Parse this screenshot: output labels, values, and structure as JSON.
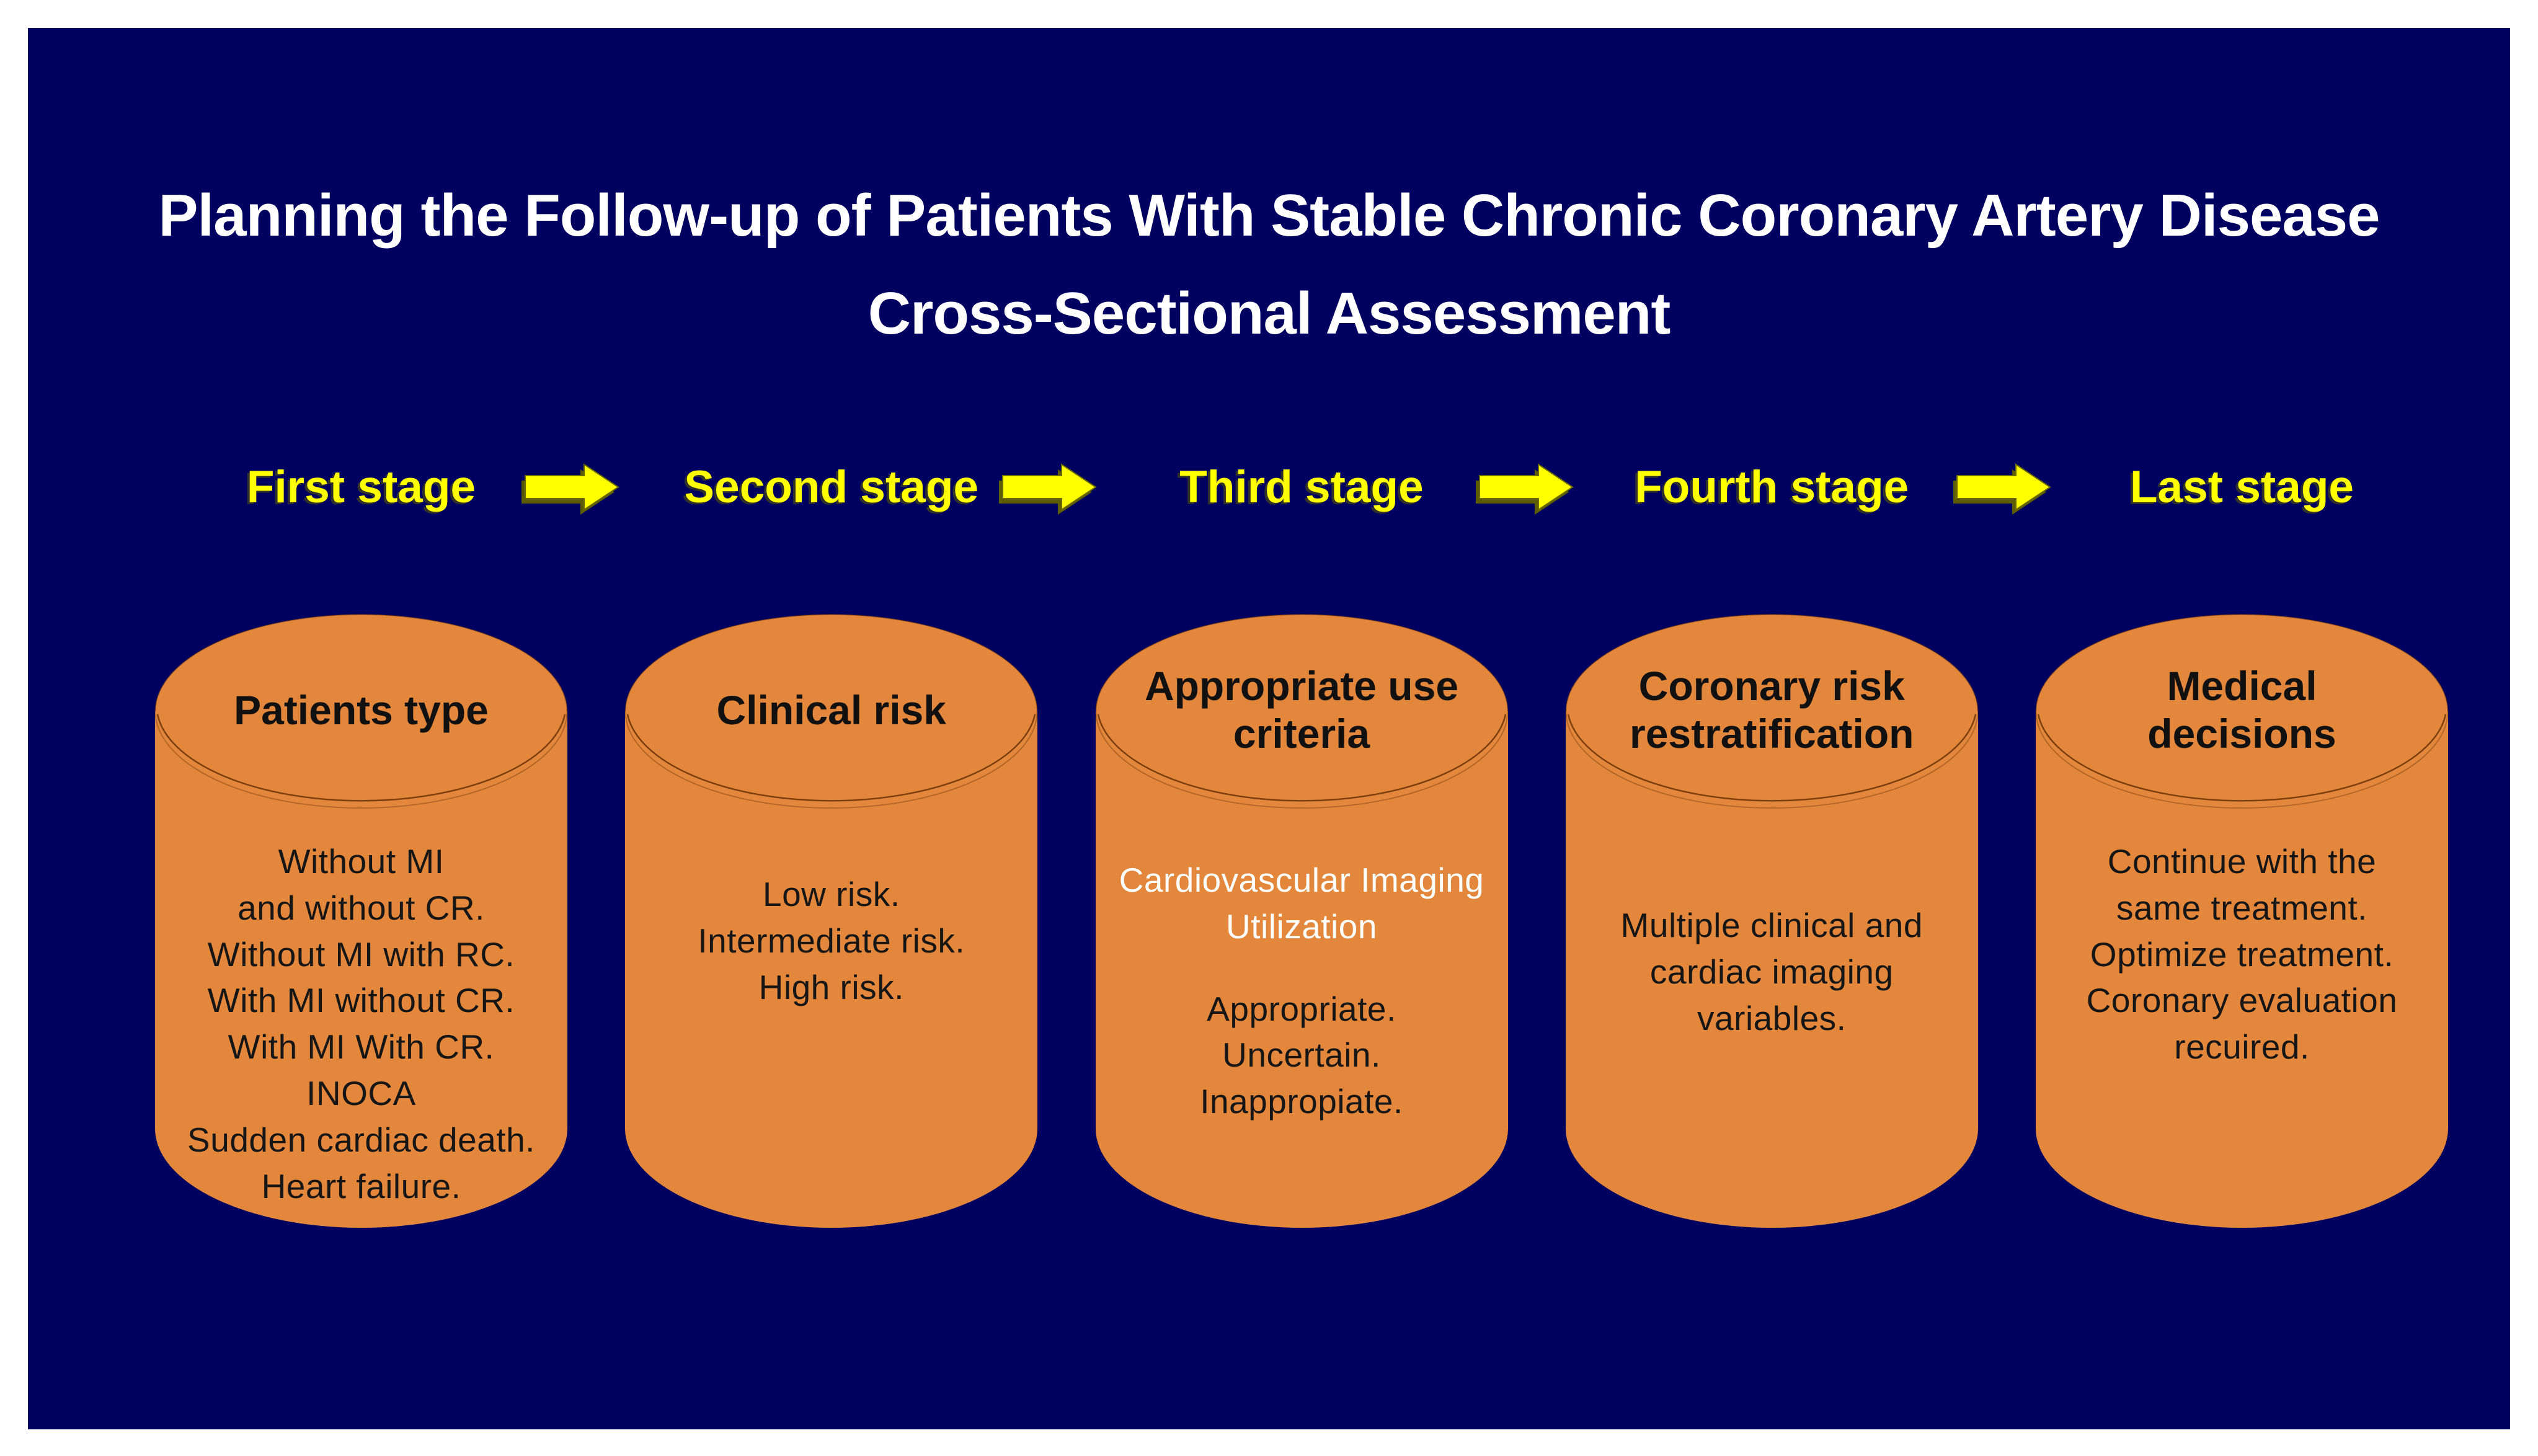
{
  "title": {
    "line1": "Planning the Follow-up of Patients With Stable Chronic Coronary Artery Disease",
    "line2": "Cross-Sectional Assessment"
  },
  "colors": {
    "background": "#000060",
    "page_border": "#FFFFFF",
    "cylinder": "#E2873C",
    "cylinder_line": "#7C3F10",
    "arrow": "#FFFF00",
    "arrow_shadow": "#5D5D00",
    "stage_label": "#FFFF00",
    "title_text": "#FFFFFF",
    "body_text": "#161616",
    "subheading_text": "#FFFFFF"
  },
  "stages": [
    {
      "label": "First stage",
      "cylinder": {
        "heading": "Patients type",
        "body": [
          "Without MI",
          "and without CR.",
          "Without MI with RC.",
          "With MI without CR.",
          "With MI With CR.",
          "INOCA",
          "Sudden cardiac death.",
          "Heart failure."
        ]
      }
    },
    {
      "label": "Second stage",
      "cylinder": {
        "heading": "Clinical risk",
        "body": [
          "Low risk.",
          "Intermediate risk.",
          "High risk."
        ]
      }
    },
    {
      "label": "Third stage",
      "cylinder": {
        "heading": "Appropriate use criteria",
        "subheading": "Cardiovascular Imaging Utilization",
        "body": [
          "Appropriate.",
          "Uncertain.",
          "Inappropiate."
        ]
      }
    },
    {
      "label": "Fourth stage",
      "cylinder": {
        "heading": "Coronary risk restratification",
        "body": [
          "Multiple clinical and",
          "cardiac imaging",
          "variables."
        ]
      }
    },
    {
      "label": "Last stage",
      "cylinder": {
        "heading": "Medical decisions",
        "body": [
          "Continue with the",
          "same treatment.",
          "Optimize treatment.",
          "Coronary evaluation",
          "recuired."
        ]
      }
    }
  ]
}
